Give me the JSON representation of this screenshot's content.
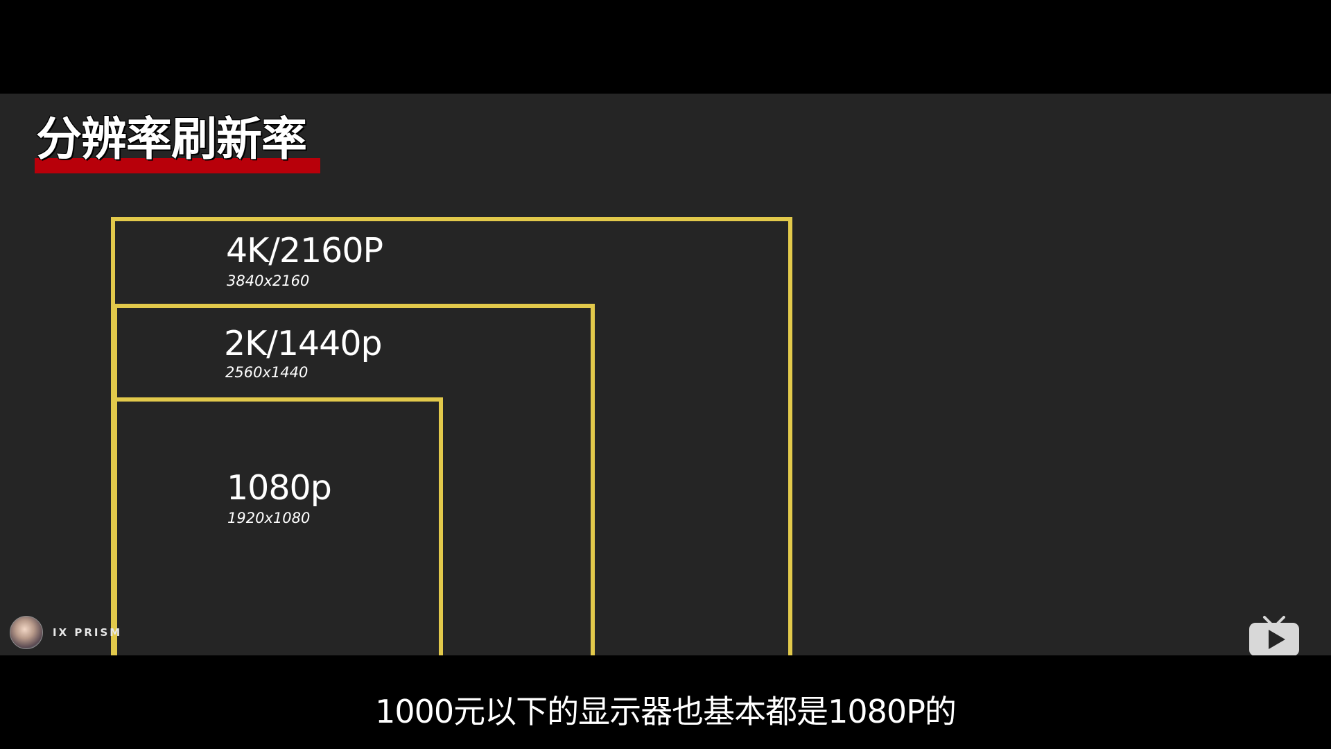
{
  "slide": {
    "title": "分辨率刷新率",
    "resolutions": [
      {
        "name": "4K/2160P",
        "dimensions": "3840x2160"
      },
      {
        "name": "2K/1440p",
        "dimensions": "2560x1440"
      },
      {
        "name": "1080p",
        "dimensions": "1920x1080"
      }
    ],
    "box_color": "#e2c94b",
    "title_bar_color": "#b8000a"
  },
  "watermark": {
    "channel_name": "IX PRISM"
  },
  "player": {
    "logo_icon": "tv-play-icon"
  },
  "subtitle": {
    "text": "1000元以下的显示器也基本都是1080P的"
  }
}
